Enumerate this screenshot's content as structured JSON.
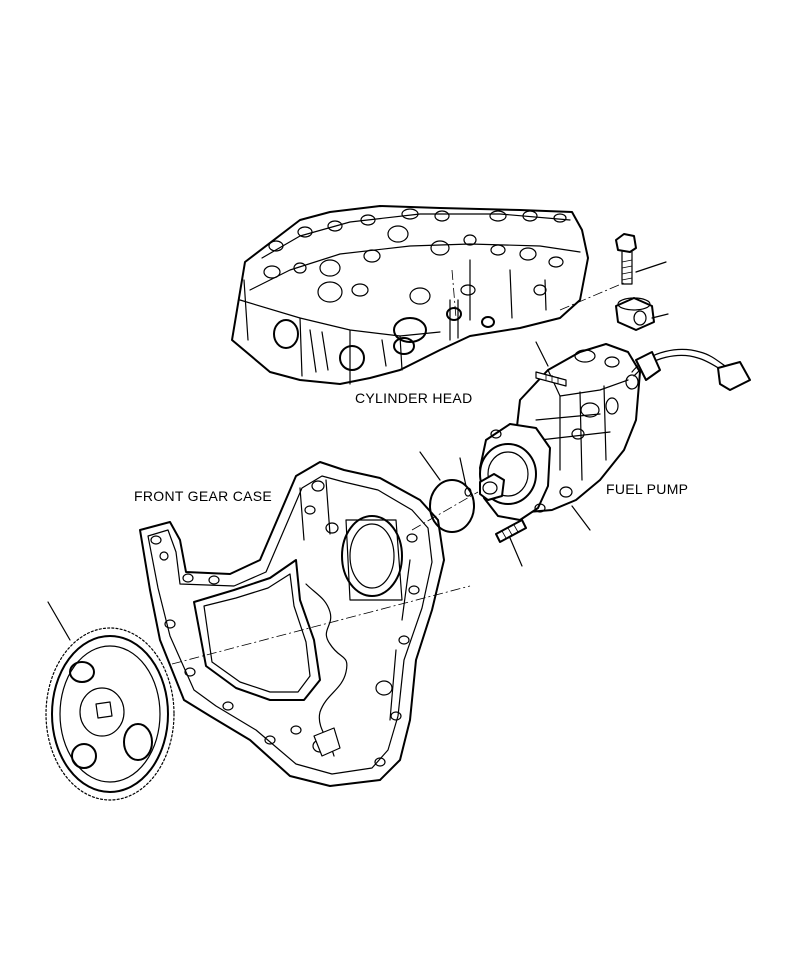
{
  "labels": {
    "cylinder_head": "CYLINDER HEAD",
    "front_gear_case": "FRONT GEAR CASE",
    "fuel_pump": "FUEL PUMP"
  }
}
